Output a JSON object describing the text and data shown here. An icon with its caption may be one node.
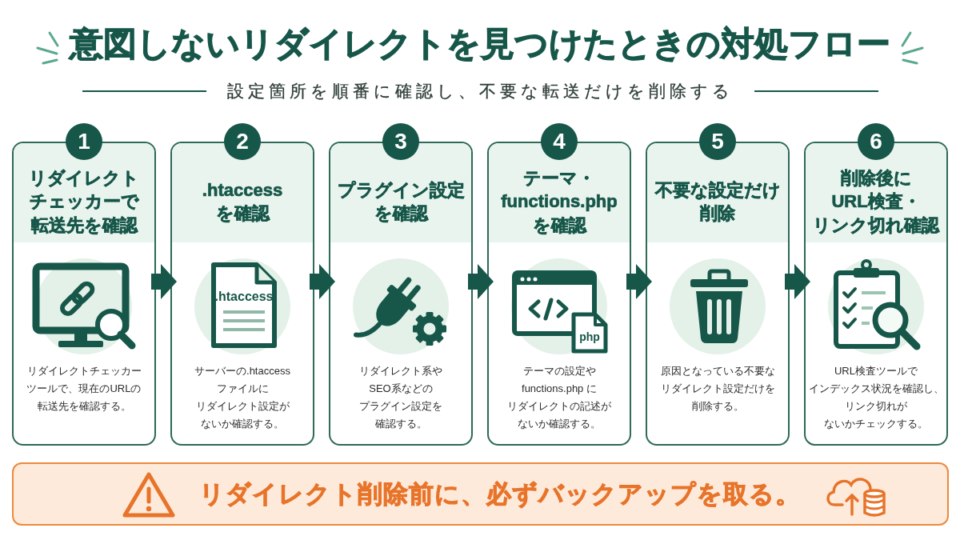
{
  "diagram": {
    "title": "意図しないリダイレクトを見つけたときの対処フロー",
    "nodes": [
      {
        "text": [
          "1",
          "リダイレクトチェッカーで転送先を確認",
          "リダイレクトチェッカーツールで、現在のURLの転送先を確認する。"
        ]
      },
      {
        "text": [
          "2",
          ".htaccessを確認",
          ".htaccess",
          "サーバーの.htaccess ファイルにリダイレクト設定がないか確認する。"
        ]
      },
      {
        "text": [
          "3",
          "プラグイン設定を確認",
          "リダイレクト系やSEO系などのプラグイン設定を確認する。"
        ]
      },
      {
        "text": [
          "4",
          "テーマ・functions.phpを確認",
          "php",
          "テーマの設定やfunctions.php にリダイレクトの記述がないか確認する。"
        ]
      },
      {
        "text": [
          "5",
          "不要な設定だけ削除",
          "原因となっている不要なリダイレクト設定だけを削除する。"
        ]
      },
      {
        "text": [
          "6",
          "削除後にURL検査・リンク切れ確認",
          "URL検査ツールでインデックス状況を確認し、リンク切れがないかチェックする。"
        ]
      },
      {
        "text": [
          "リダイレクト削除前に、必ずバックアップを取る。"
        ]
      }
    ],
    "edges": [
      {
        "from": 0,
        "to": 1,
        "arrow": "to"
      },
      {
        "from": 1,
        "to": 2,
        "arrow": "to"
      },
      {
        "from": 2,
        "to": 3,
        "arrow": "to"
      },
      {
        "from": 3,
        "to": 4,
        "arrow": "to"
      },
      {
        "from": 4,
        "to": 5,
        "arrow": "to"
      }
    ],
    "labels": [
      "設定箇所を順番に確認し、不要な転送だけを削除する"
    ]
  }
}
